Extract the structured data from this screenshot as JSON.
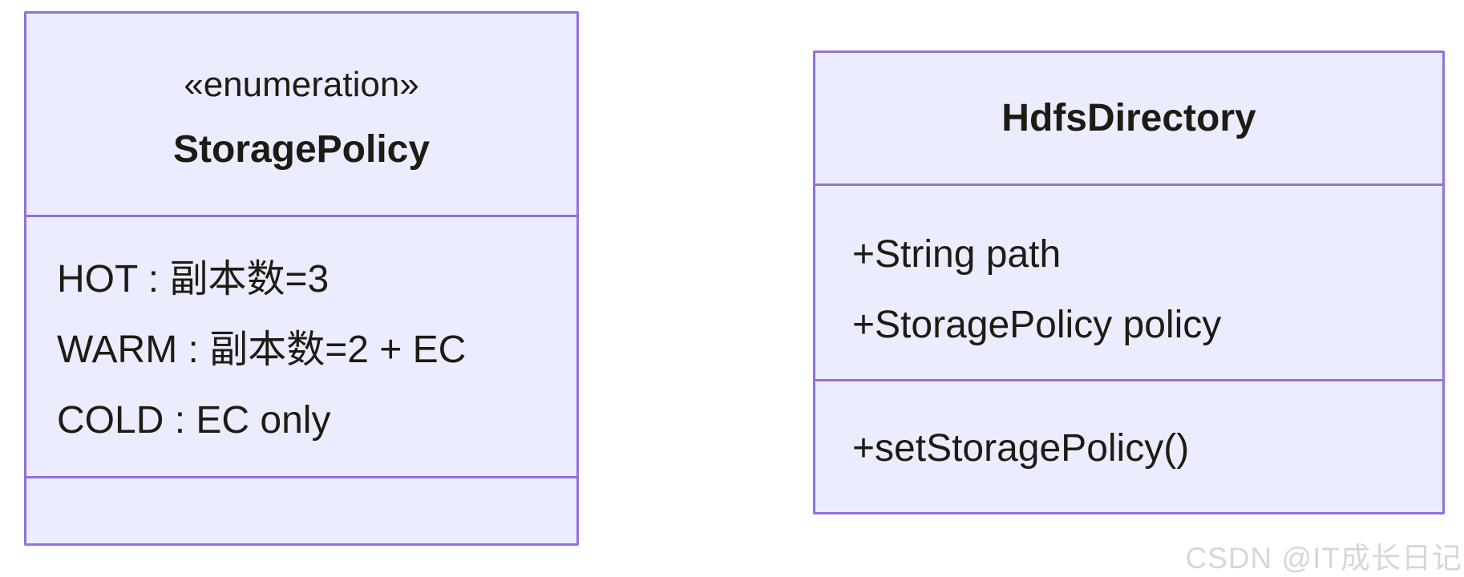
{
  "diagram": {
    "kind": "uml-class-diagram",
    "colors": {
      "node_fill": "#ECECFF",
      "node_border": "#9370DB",
      "text": "#1c1c14",
      "page_background": "#ffffff",
      "watermark_text_color": "#d7d7d7"
    },
    "enum_class": {
      "stereotype": "«enumeration»",
      "name": "StoragePolicy",
      "values": [
        "HOT : 副本数=3",
        "WARM : 副本数=2 + EC",
        "COLD : EC only"
      ]
    },
    "main_class": {
      "name": "HdfsDirectory",
      "attributes": [
        "+String path",
        "+StoragePolicy policy"
      ],
      "methods": [
        "+setStoragePolicy()"
      ]
    },
    "watermark": "CSDN @IT成长日记"
  }
}
